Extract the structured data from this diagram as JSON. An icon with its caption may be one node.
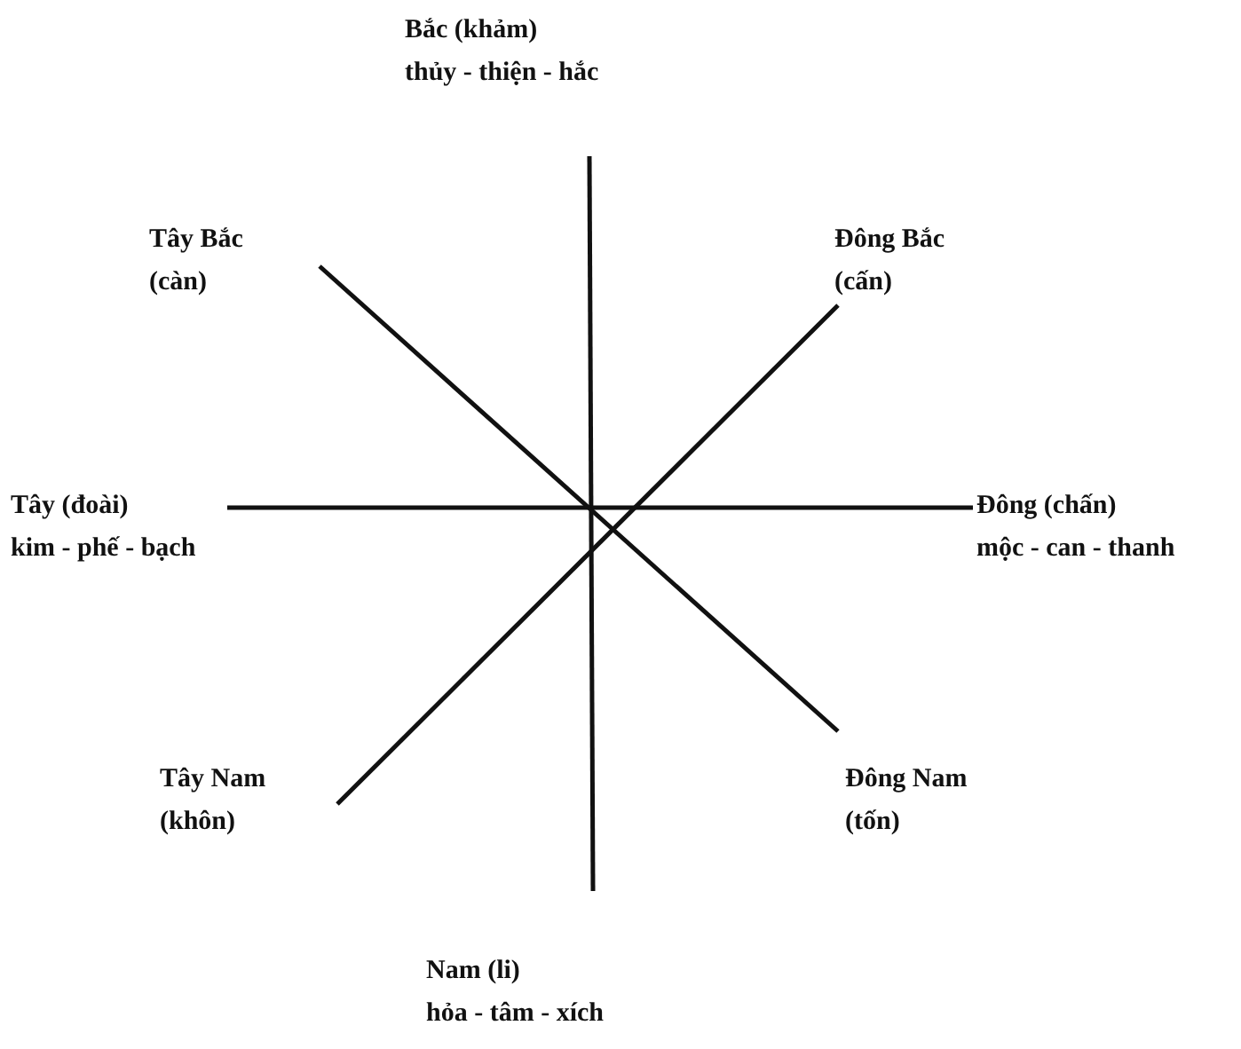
{
  "diagram": {
    "labels": [
      "Bắc (khảm)",
      "thủy - thiện - hắc",
      "Tây Bắc",
      "(càn)",
      "Đông Bắc",
      "(cấn)",
      "Tây (đoài)",
      "kim - phế - bạch",
      "Đông (chấn)",
      "mộc - can - thanh",
      "Tây Nam",
      "(khôn)",
      "Đông Nam",
      "(tốn)",
      "Nam (li)",
      "hỏa - tâm - xích"
    ]
  }
}
